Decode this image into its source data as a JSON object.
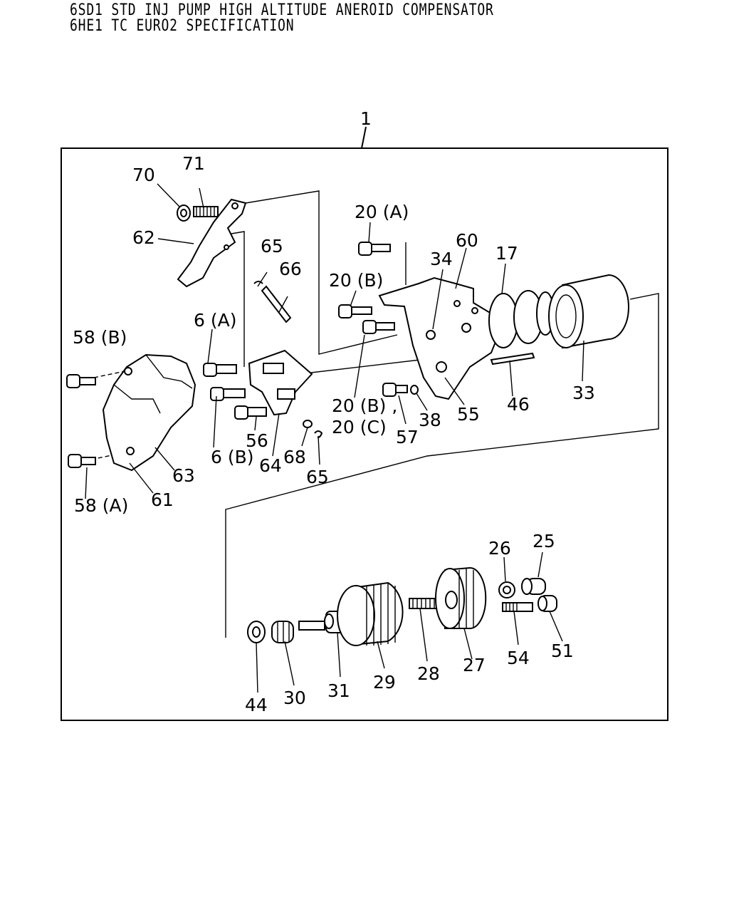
{
  "title": {
    "line1": "6SD1 STD INJ PUMP HIGH ALTITUDE ANEROID COMPENSATOR",
    "line2": "6HE1 TC EURO2 SPECIFICATION"
  },
  "callouts": {
    "c1": "1",
    "c70": "70",
    "c71": "71",
    "c62": "62",
    "c65a": "65",
    "c66": "66",
    "c6a": "6 (A)",
    "c58b": "58 (B)",
    "c6b": "6 (B)",
    "c56": "56",
    "c64": "64",
    "c68": "68",
    "c65b": "65",
    "c63": "63",
    "c61": "61",
    "c58a": "58 (A)",
    "c20a": "20 (A)",
    "c20b_top": "20 (B)",
    "c34": "34",
    "c60": "60",
    "c17": "17",
    "c33": "33",
    "c46": "46",
    "c55": "55",
    "c38": "38",
    "c57": "57",
    "c20b_bottom": "20 (B) ,",
    "c20c": "20 (C)",
    "c25": "25",
    "c26": "26",
    "c27": "27",
    "c28": "28",
    "c29": "29",
    "c31": "31",
    "c30": "30",
    "c44": "44",
    "c54": "54",
    "c51": "51"
  }
}
